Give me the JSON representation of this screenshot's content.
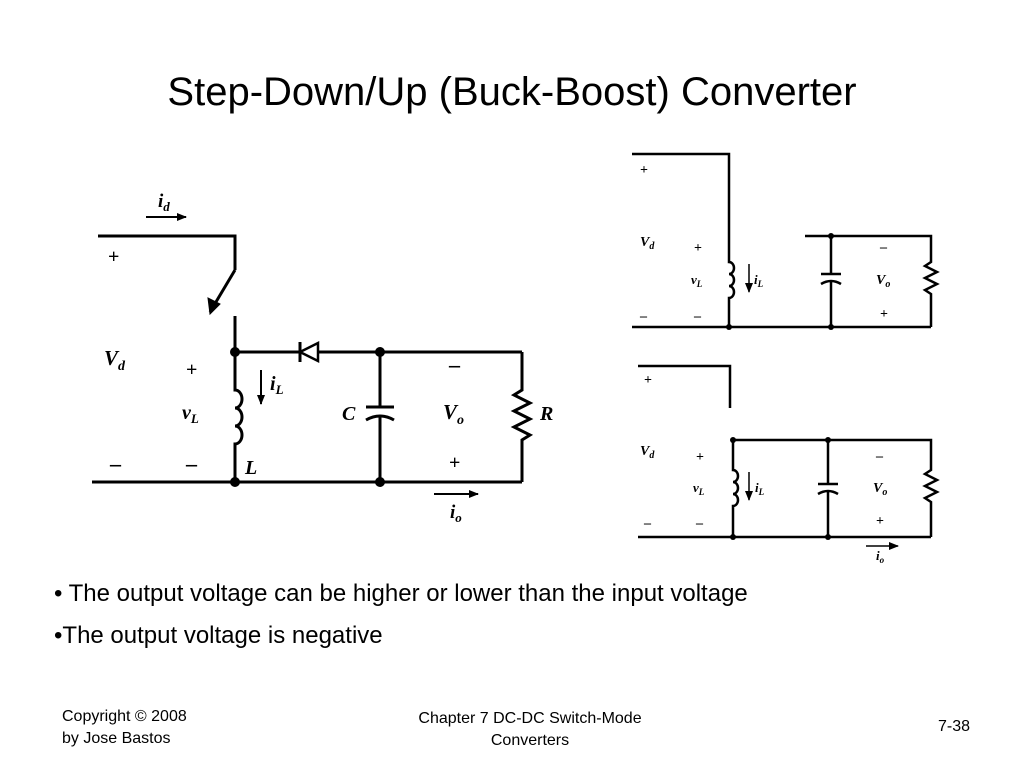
{
  "slide": {
    "title": "Step-Down/Up (Buck-Boost) Converter",
    "bullets": [
      "• The output voltage can be higher or lower than the input voltage",
      "•The output voltage is negative"
    ],
    "footer": {
      "copyright_line1": "Copyright © 2008",
      "copyright_line2": "by Jose Bastos",
      "chapter_line1": "Chapter 7 DC-DC Switch-Mode",
      "chapter_line2": "Converters",
      "page": "7-38"
    }
  },
  "main_circuit": {
    "i_d": "i",
    "i_d_sub": "d",
    "plus": "+",
    "minus": "–",
    "V_d": "V",
    "V_d_sub": "d",
    "v_L": "v",
    "v_L_sub": "L",
    "i_L": "i",
    "i_L_sub": "L",
    "L": "L",
    "C": "C",
    "V_o": "V",
    "V_o_sub": "o",
    "R": "R",
    "i_o": "i",
    "i_o_sub": "o"
  },
  "top_right_circuit": {
    "V_d": "V",
    "V_d_sub": "d",
    "v_L": "v",
    "v_L_sub": "L",
    "i_L": "i",
    "i_L_sub": "L",
    "V_o": "V",
    "V_o_sub": "o"
  },
  "bottom_right_circuit": {
    "V_d": "V",
    "V_d_sub": "d",
    "v_L": "v",
    "v_L_sub": "L",
    "i_L": "i",
    "i_L_sub": "L",
    "V_o": "V",
    "V_o_sub": "o",
    "i_o": "i",
    "i_o_sub": "o"
  }
}
